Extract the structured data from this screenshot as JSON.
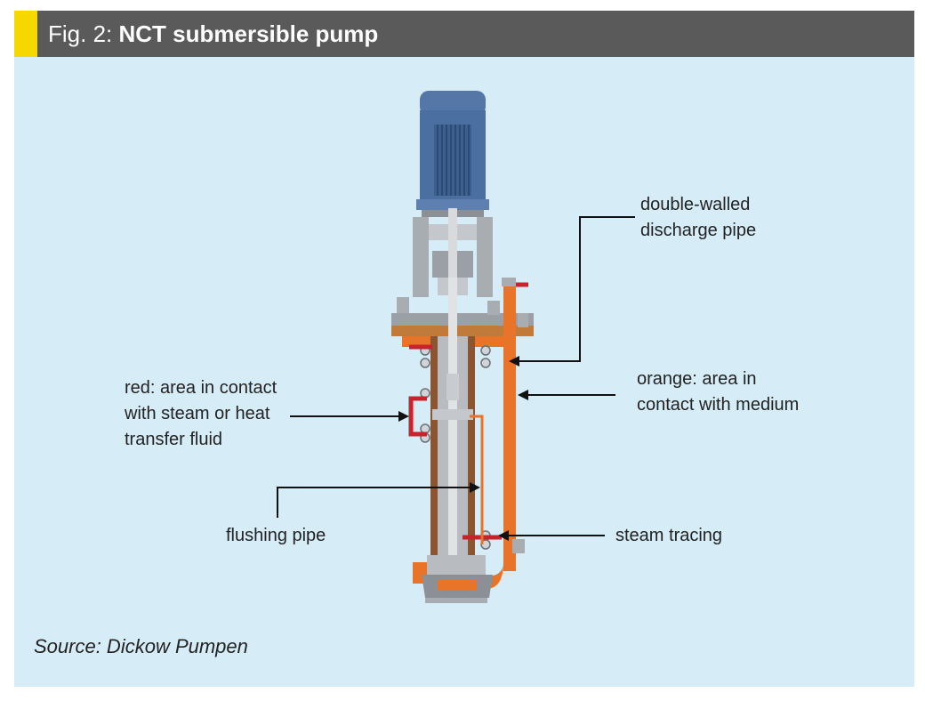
{
  "header": {
    "figure_prefix": "Fig. 2: ",
    "title": "NCT submersible pump"
  },
  "labels": {
    "double_walled": [
      "double-walled",
      "discharge pipe"
    ],
    "red_area": [
      "red: area in contact",
      "with steam or heat",
      "transfer fluid"
    ],
    "orange_area": [
      "orange: area in",
      "contact with medium"
    ],
    "flushing_pipe": "flushing pipe",
    "steam_tracing": "steam tracing"
  },
  "source": "Source: Dickow Pumpen",
  "colors": {
    "header_bg": "#5a5a5a",
    "accent": "#f5d800",
    "panel_bg": "#d6edf8",
    "motor": "#4a6fa0",
    "steel": "#b8bcc0",
    "orange": "#e8742a",
    "red": "#c8222a"
  }
}
